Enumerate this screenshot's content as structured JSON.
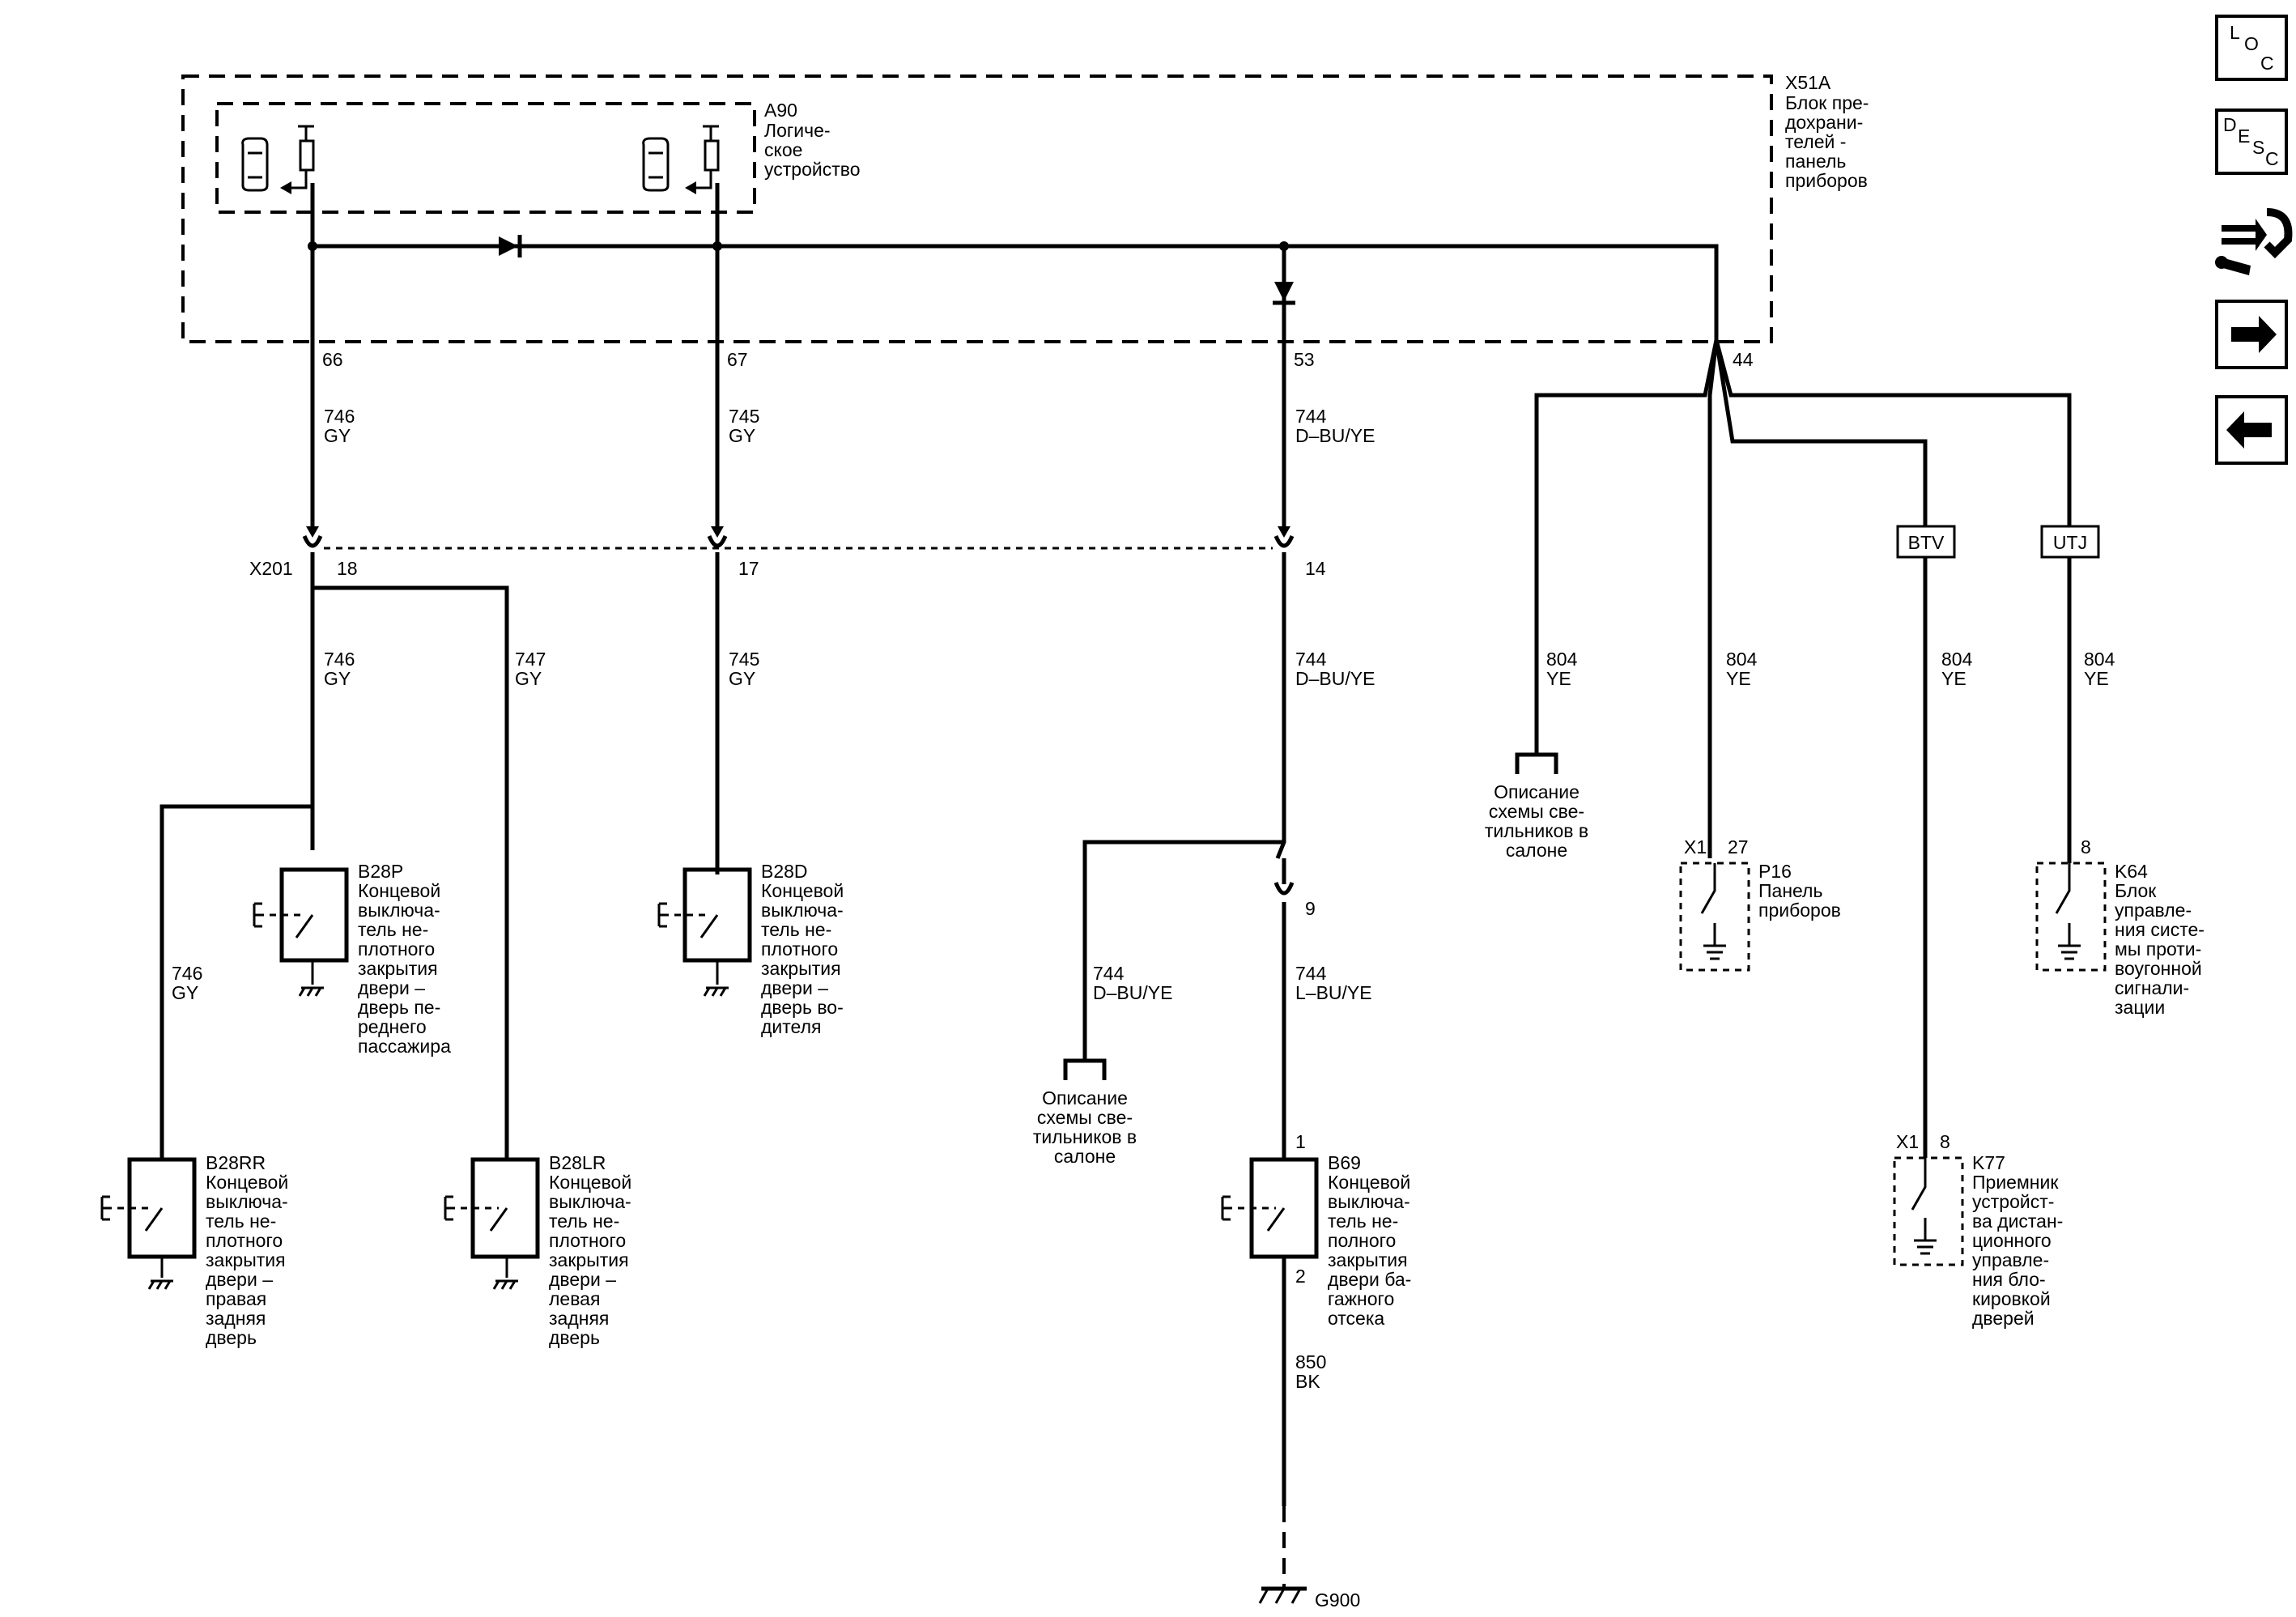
{
  "nav": {
    "loc": [
      "L",
      "O",
      "C"
    ],
    "desc": [
      "D",
      "E",
      "S",
      "C"
    ],
    "next_icon": "arrow-right-icon",
    "back_icon": "arrow-left-icon",
    "tools_icon": "wiring-tool-icon"
  },
  "x51a": {
    "ref": "X51A",
    "desc": [
      "Блок пре-",
      "дохрани-",
      "телей -",
      "панель",
      "приборов"
    ]
  },
  "a90": {
    "ref": "A90",
    "desc": [
      "Логиче-",
      "ское",
      "устройство"
    ]
  },
  "pins_top": [
    "66",
    "67",
    "53",
    "44"
  ],
  "x201": {
    "ref": "X201",
    "pins": [
      "18",
      "17",
      "14"
    ]
  },
  "wires": {
    "w746": [
      "746",
      "GY"
    ],
    "w745": [
      "745",
      "GY"
    ],
    "w744": [
      "744",
      "D–BU/YE"
    ],
    "w747": [
      "747",
      "GY"
    ],
    "w744L": [
      "744",
      "L–BU/YE"
    ],
    "w850": [
      "850",
      "BK"
    ],
    "w804": [
      "804",
      "YE"
    ]
  },
  "pin9": "9",
  "splices": [
    "BTV",
    "UTJ"
  ],
  "lighting_ref": [
    "Описание",
    "схемы све-",
    "тильников в",
    "салоне"
  ],
  "components": {
    "b28p": {
      "ref": "B28P",
      "desc": [
        "Концевой",
        "выключа-",
        "тель не-",
        "плотного",
        "закрытия",
        "двери –",
        "дверь пе-",
        "реднего",
        "пассажира"
      ]
    },
    "b28d": {
      "ref": "B28D",
      "desc": [
        "Концевой",
        "выключа-",
        "тель не-",
        "плотного",
        "закрытия",
        "двери –",
        "дверь во-",
        "дителя"
      ]
    },
    "b28rr": {
      "ref": "B28RR",
      "desc": [
        "Концевой",
        "выключа-",
        "тель не-",
        "плотного",
        "закрытия",
        "двери –",
        "правая",
        "задняя",
        "дверь"
      ]
    },
    "b28lr": {
      "ref": "B28LR",
      "desc": [
        "Концевой",
        "выключа-",
        "тель не-",
        "плотного",
        "закрытия",
        "двери –",
        "левая",
        "задняя",
        "дверь"
      ]
    },
    "b69": {
      "ref": "B69",
      "pin_top": "1",
      "pin_bottom": "2",
      "desc": [
        "Концевой",
        "выключа-",
        "тель не-",
        "полного",
        "закрытия",
        "двери ба-",
        "гажного",
        "отсека"
      ]
    },
    "p16": {
      "ref": "P16",
      "conn": "X1",
      "pin": "27",
      "desc": [
        "Панель",
        "приборов"
      ]
    },
    "k64": {
      "ref": "K64",
      "pin": "8",
      "desc": [
        "Блок",
        "управле-",
        "ния систе-",
        "мы проти-",
        "воугонной",
        "сигнали-",
        "зации"
      ]
    },
    "k77": {
      "ref": "K77",
      "conn": "X1",
      "pin": "8",
      "desc": [
        "Приемник",
        "устройст-",
        "ва дистан-",
        "ционного",
        "управле-",
        "ния бло-",
        "кировкой",
        "дверей"
      ]
    }
  },
  "ground": {
    "ref": "G900"
  }
}
